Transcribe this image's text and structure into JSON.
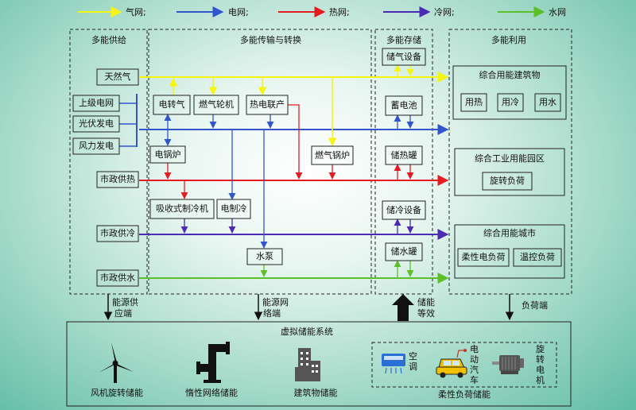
{
  "colors": {
    "gas": "#f5f50f",
    "power": "#3355cc",
    "heat": "#e51c23",
    "cold": "#4b2bb2",
    "water": "#5cbf2a"
  },
  "legend": [
    {
      "key": "gas",
      "label": "气网;"
    },
    {
      "key": "power",
      "label": "电网;"
    },
    {
      "key": "heat",
      "label": "热网;"
    },
    {
      "key": "cold",
      "label": "冷网;"
    },
    {
      "key": "water",
      "label": "水网"
    }
  ],
  "sections": {
    "supply": "多能供给",
    "transport": "多能传输与转换",
    "storage": "多能存储",
    "utilization": "多能利用"
  },
  "supply_items": {
    "natural_gas": "天然气",
    "upper_grid": "上级电网",
    "pv": "光伏发电",
    "wind": "风力发电",
    "municipal_heat": "市政供热",
    "municipal_cold": "市政供冷",
    "municipal_water": "市政供水"
  },
  "transport_items": {
    "p2g": "电转气",
    "gas_turbine": "燃气轮机",
    "chp": "热电联产",
    "electric_boiler": "电锅炉",
    "gas_boiler": "燃气锅炉",
    "absorption_chiller": "吸收式制冷机",
    "electric_chiller": "电制冷",
    "water_pump": "水泵"
  },
  "storage_items": {
    "gas_storage": "储气设备",
    "battery": "蓄电池",
    "heat_tank": "储热罐",
    "cold_storage": "储冷设备",
    "water_tank": "储水罐"
  },
  "utilization": {
    "building": {
      "title": "综合用能建筑物",
      "items": [
        "用热",
        "用冷",
        "用水"
      ]
    },
    "industrial": {
      "title": "综合工业用能园区",
      "items": [
        "旋转负荷"
      ]
    },
    "city": {
      "title": "综合用能城市",
      "items": [
        "柔性电负荷",
        "温控负荷"
      ]
    }
  },
  "bottom_arrows": {
    "supply_side": [
      "能源供",
      "应端"
    ],
    "network_side": [
      "能源网",
      "络端"
    ],
    "storage_eq": [
      "储能",
      "等效"
    ],
    "load_side": "负荷端"
  },
  "virtual_storage": {
    "title": "虚拟储能系统",
    "items": [
      {
        "label": "风机旋转储能",
        "icon": "wind-turbine-icon"
      },
      {
        "label": "惰性网络储能",
        "icon": "pipe-network-icon"
      },
      {
        "label": "建筑物储能",
        "icon": "building-icon"
      }
    ],
    "flexible": {
      "title": "柔性负荷储能",
      "ac": "空调",
      "ev": "电动汽车",
      "motor": "旋转电机"
    }
  }
}
